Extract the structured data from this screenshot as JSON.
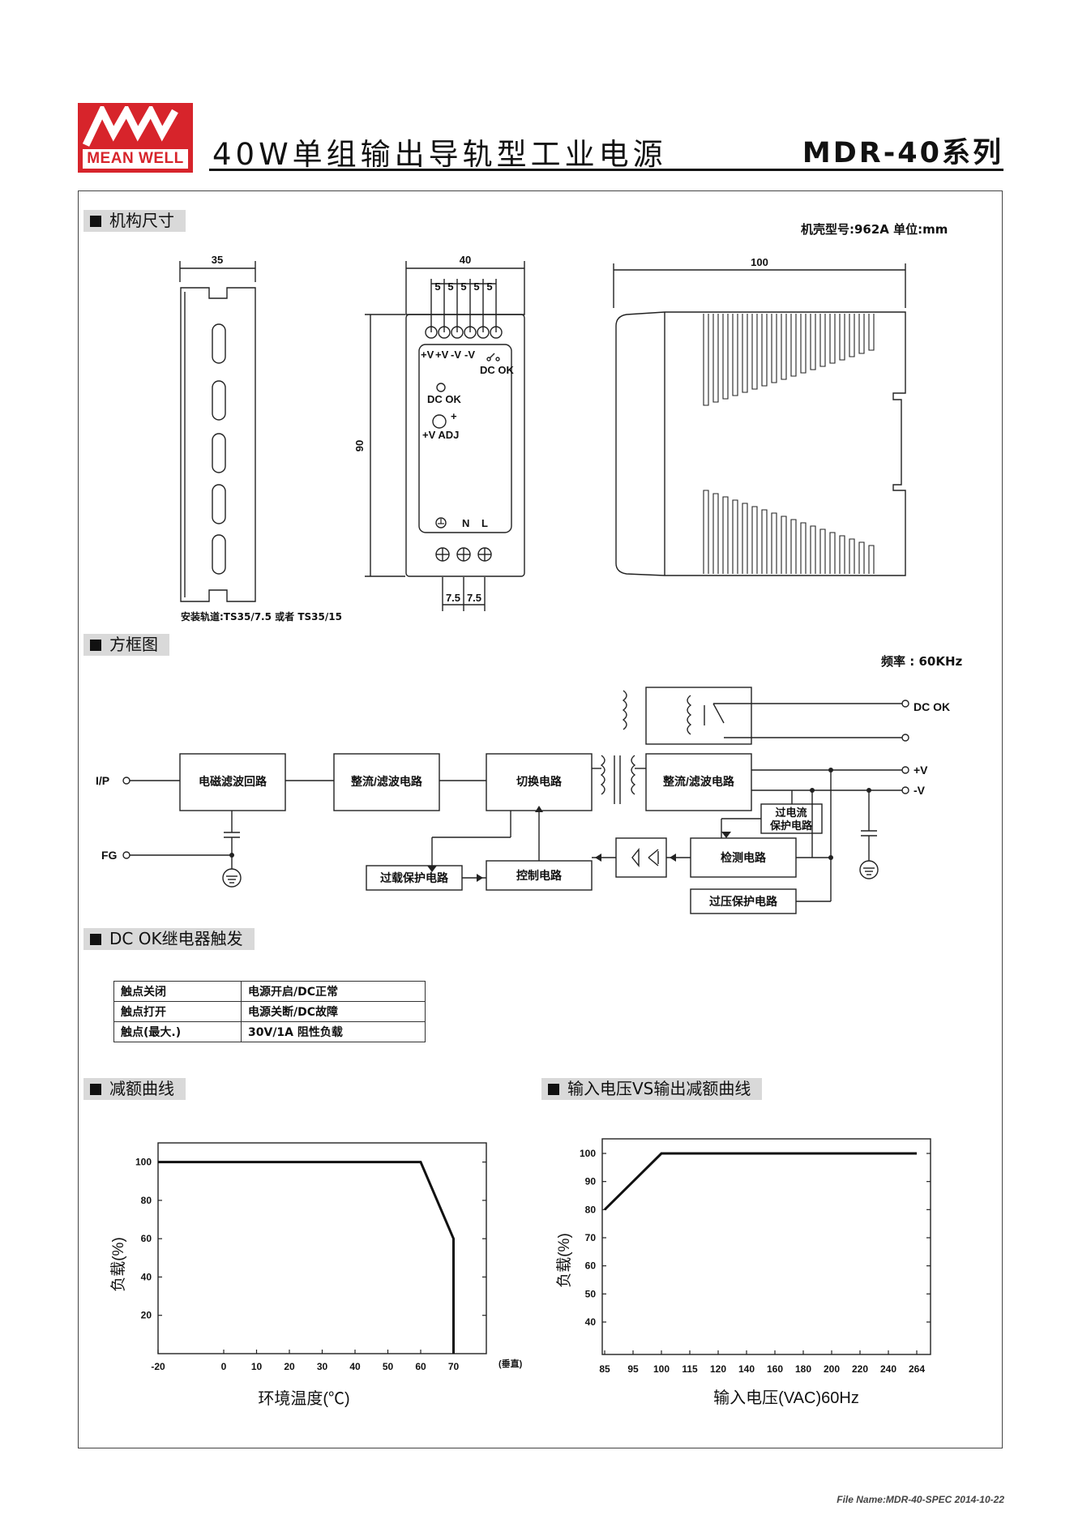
{
  "header": {
    "brand": "MEAN WELL",
    "title": "40W单组输出导轨型工业电源",
    "series": "MDR-40系列"
  },
  "mechanical": {
    "section_title": "机构尺寸",
    "case_note": "机壳型号:962A 单位:mm",
    "side_width": "35",
    "front_width": "40",
    "terminal_pitch": [
      "5",
      "5",
      "5",
      "5",
      "5"
    ],
    "top_labels": [
      "+V",
      "+V",
      "-V",
      "-V"
    ],
    "dc_ok_top": "DC OK",
    "dc_ok_led": "DC OK",
    "vadj": "+V ADJ",
    "plus": "+",
    "height": "90",
    "ac_labels": [
      "N",
      "L"
    ],
    "bottom_pitch": [
      "7.5",
      "7.5"
    ],
    "depth": "100",
    "rail_note": "安装轨道:TS35/7.5 或者 TS35/15"
  },
  "block": {
    "section_title": "方框图",
    "freq": "频率 : 60KHz",
    "ip": "I/P",
    "fg": "FG",
    "emi": "电磁滤波回路",
    "rect1": "整流/滤波电路",
    "switch": "切换电路",
    "rect2": "整流/滤波电路",
    "dcok": "DC OK",
    "plus_v": "+V",
    "minus_v": "-V",
    "ocp": [
      "过电流",
      "保护电路"
    ],
    "olp": "过载保护电路",
    "control": "控制电路",
    "detect": "检测电路",
    "ovp": "过压保护电路"
  },
  "relay": {
    "section_title": "DC OK继电器触发",
    "rows": [
      {
        "k": "触点关闭",
        "v": "电源开启/DC正常"
      },
      {
        "k": "触点打开",
        "v": "电源关断/DC故障"
      },
      {
        "k": "触点(最大.)",
        "v": "30V/1A 阻性负载"
      }
    ]
  },
  "derating": {
    "section_title": "减额曲线",
    "ylabel": "负载(%)",
    "xlabel": "环境温度(℃)",
    "x_suffix": "(垂直)"
  },
  "input_derating": {
    "section_title": "输入电压VS输出减额曲线",
    "ylabel": "负载(%)",
    "xlabel": "输入电压(VAC)60Hz"
  },
  "chart_data": [
    {
      "type": "line",
      "x_ticks": [
        "-20",
        "0",
        "10",
        "20",
        "30",
        "40",
        "50",
        "60",
        "70"
      ],
      "y_ticks": [
        "20",
        "40",
        "60",
        "80",
        "100"
      ],
      "xlim": [
        -20,
        80
      ],
      "ylim": [
        0,
        110
      ],
      "grid": false,
      "series": [
        {
          "x": [
            -20,
            60,
            70,
            70
          ],
          "y": [
            100,
            100,
            60,
            0
          ]
        }
      ]
    },
    {
      "type": "line",
      "x_ticks": [
        "85",
        "95",
        "100",
        "115",
        "120",
        "140",
        "160",
        "180",
        "200",
        "220",
        "240",
        "264"
      ],
      "y_ticks": [
        "40",
        "50",
        "60",
        "70",
        "80",
        "90",
        "100"
      ],
      "ylim": [
        30,
        100
      ],
      "grid": false,
      "series": [
        {
          "x": [
            85,
            100,
            264
          ],
          "y": [
            80,
            100,
            100
          ]
        }
      ]
    }
  ],
  "footer": {
    "file": "File Name:MDR-40-SPEC   2014-10-22"
  }
}
